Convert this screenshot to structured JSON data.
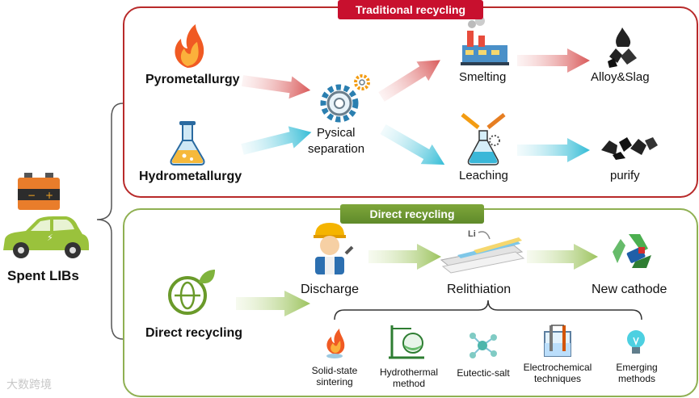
{
  "traditional": {
    "banner": "Traditional recycling",
    "pyro": "Pyrometallurgy",
    "hydro": "Hydrometallurgy",
    "separation_line1": "Pysical",
    "separation_line2": "separation",
    "smelting": "Smelting",
    "alloy": "Alloy&Slag",
    "leaching": "Leaching",
    "purify": "purify"
  },
  "direct": {
    "banner": "Direct recycling",
    "method": "Direct recycling",
    "discharge": "Discharge",
    "relithiation": "Relithiation",
    "li_label": "Li",
    "new_cathode": "New cathode",
    "techniques": [
      {
        "line1": "Solid-state",
        "line2": "sintering"
      },
      {
        "line1": "Hydrothermal",
        "line2": "method"
      },
      {
        "line1": "Eutectic-salt",
        "line2": ""
      },
      {
        "line1": "Electrochemical",
        "line2": "techniques"
      },
      {
        "line1": "Emerging",
        "line2": "methods"
      }
    ]
  },
  "source": {
    "label": "Spent LIBs"
  },
  "watermark": "大数跨境",
  "colors": {
    "traditional_border": "#b82a2a",
    "traditional_banner": "#c8102e",
    "direct_border": "#8fb052",
    "direct_banner": "#6f9a32",
    "red_arrow": "#e07070",
    "cyan_arrow": "#4cc6dc",
    "green_arrow": "#a9cc72"
  }
}
